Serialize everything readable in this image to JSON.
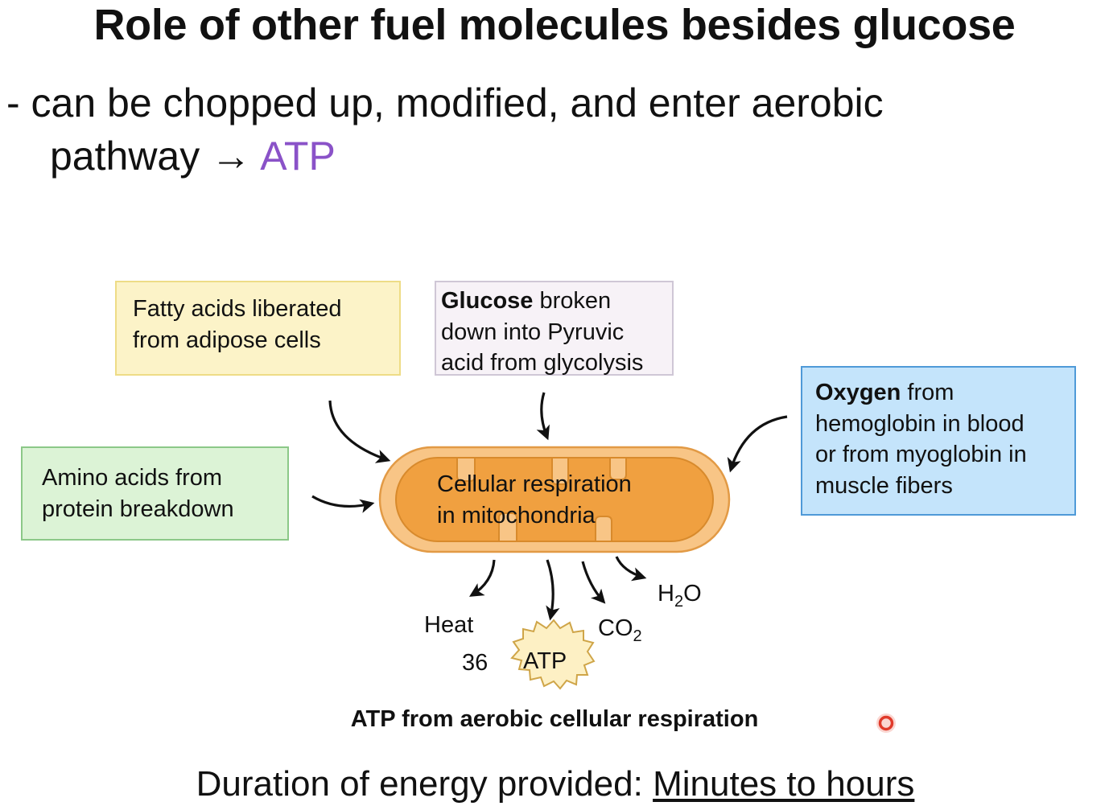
{
  "title": "Role of other fuel molecules besides glucose",
  "bullet": {
    "line1": "- can be chopped up, modified, and enter aerobic",
    "line2_prefix": "pathway →",
    "line2_accent": "ATP",
    "accent_color": "#8a52c8"
  },
  "inputs": {
    "fatty_acids": {
      "line1": "Fatty acids liberated",
      "line2": "from adipose cells"
    },
    "glucose": {
      "bold": "Glucose",
      "line1_rest": " broken",
      "line2": "down into Pyruvic",
      "line3": "acid from glycolysis"
    },
    "amino_acids": {
      "line1": "Amino acids from",
      "line2": "protein breakdown"
    },
    "oxygen": {
      "bold": "Oxygen",
      "line1_rest": " from",
      "line2": "hemoglobin in blood",
      "line3": "or from myoglobin in",
      "line4": "muscle fibers"
    }
  },
  "mitochondria": {
    "line1": "Cellular respiration",
    "line2": "in mitochondria"
  },
  "products": {
    "heat": "Heat",
    "atp_count": "36",
    "atp": "ATP",
    "co2_base": "CO",
    "co2_sub": "2",
    "h2o_h": "H",
    "h2o_sub": "2",
    "h2o_o": "O"
  },
  "caption": "ATP from aerobic cellular respiration",
  "duration": {
    "label": "Duration of energy provided:",
    "value": "Minutes to hours"
  },
  "colors": {
    "mito_outer": "#f8c586",
    "mito_inner": "#f0a040",
    "atp_burst": "#fdf0c4",
    "pointer_dot": "#e03a2a"
  }
}
